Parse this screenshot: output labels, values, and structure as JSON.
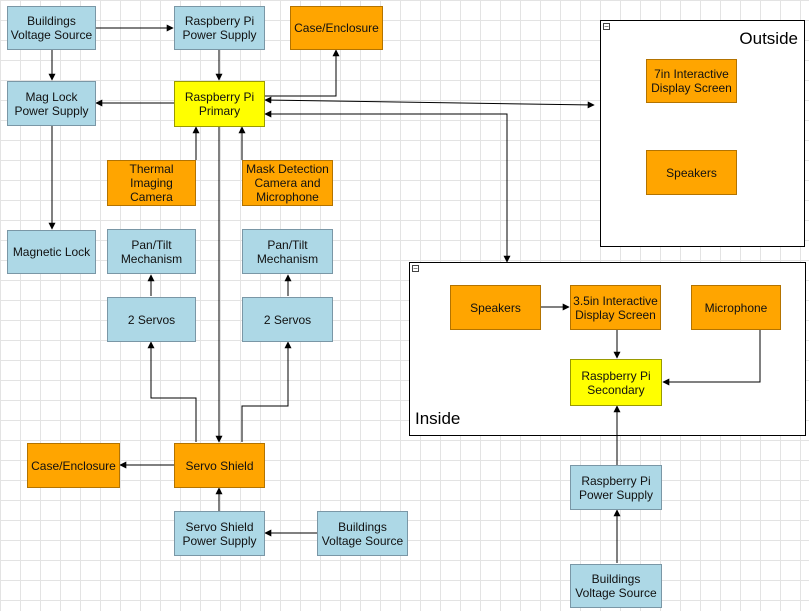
{
  "groups": {
    "outside": {
      "title": "Outside"
    },
    "inside": {
      "title": "Inside"
    }
  },
  "nodes": {
    "bldg_voltage_1": "Buildings\nVoltage Source",
    "rpi_power_1": "Raspberry Pi\nPower Supply",
    "case_1": "Case/Enclosure",
    "mag_lock_ps": "Mag Lock\nPower Supply",
    "rpi_primary": "Raspberry Pi\nPrimary",
    "thermal_cam": "Thermal\nImaging\nCamera",
    "mask_cam": "Mask Detection\nCamera and\nMicrophone",
    "magnetic_lock": "Magnetic Lock",
    "pantilt_1": "Pan/Tilt\nMechanism",
    "pantilt_2": "Pan/Tilt\nMechanism",
    "servos_1": "2 Servos",
    "servos_2": "2 Servos",
    "case_2": "Case/Enclosure",
    "servo_shield": "Servo Shield",
    "servo_shield_ps": "Servo Shield\nPower Supply",
    "bldg_voltage_2": "Buildings\nVoltage Source",
    "display_7in": "7in Interactive\nDisplay Screen",
    "speakers_out": "Speakers",
    "speakers_in": "Speakers",
    "display_35in": "3.5in Interactive\nDisplay Screen",
    "microphone": "Microphone",
    "rpi_secondary": "Raspberry Pi\nSecondary",
    "rpi_power_2": "Raspberry Pi\nPower Supply",
    "bldg_voltage_3": "Buildings\nVoltage Source"
  },
  "colors": {
    "blue": "#add8e6",
    "orange": "#ffa500",
    "yellow": "#ffff00",
    "edge": "#000000"
  }
}
